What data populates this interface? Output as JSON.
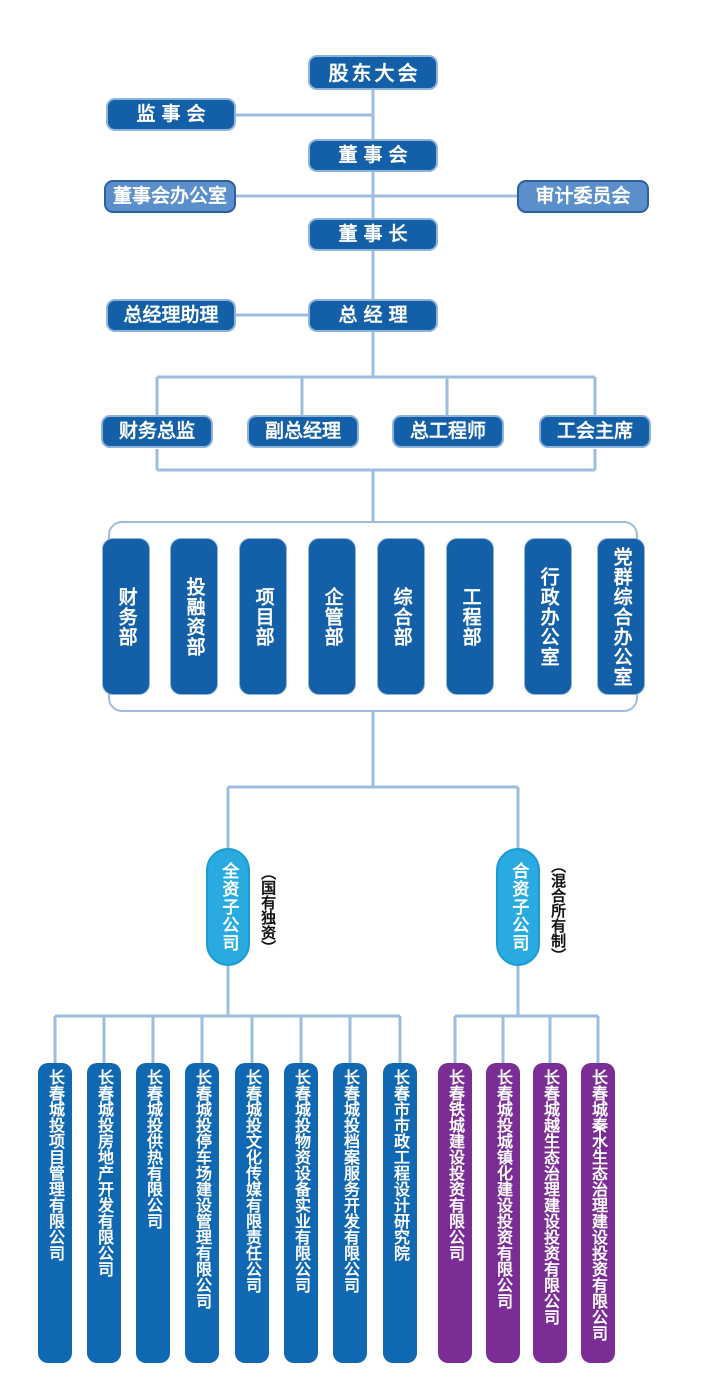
{
  "meta": {
    "title": "长春城投集团组织架构图",
    "colors": {
      "box_dark_blue": "#135FA8",
      "box_light_blue": "#5B8FCB",
      "box_border_light": "#8FB4DA",
      "connector_line": "#9DBDDE",
      "oval_cyan": "#29ABE2",
      "company_blue": "#1068B3",
      "company_purple": "#7B2D96",
      "text_white": "#FFFFFF",
      "note_black": "#101010",
      "background": "#FFFFFF"
    }
  },
  "governance": {
    "shareholders_meeting": "股东大会",
    "supervisory_board": "监事会",
    "board_of_directors": "董事会",
    "board_office": "董事会办公室",
    "audit_committee": "审计委员会",
    "chairman": "董事长",
    "general_manager": "总经理",
    "gm_assistant": "总经理助理"
  },
  "executives": [
    {
      "label": "财务总监"
    },
    {
      "label": "副总经理"
    },
    {
      "label": "总工程师"
    },
    {
      "label": "工会主席"
    }
  ],
  "departments": [
    {
      "label": "财务部"
    },
    {
      "label": "投融资部"
    },
    {
      "label": "项目部"
    },
    {
      "label": "企管部"
    },
    {
      "label": "综合部"
    },
    {
      "label": "工程部"
    },
    {
      "label": "行政办公室"
    },
    {
      "label": "党群综合办公室"
    }
  ],
  "subsidiary_groups": [
    {
      "label": "全资子公司",
      "note": "（国有独资）",
      "type": "wholly-owned",
      "companies": [
        {
          "label": "长春城投项目管理有限公司"
        },
        {
          "label": "长春城投房地产开发有限公司"
        },
        {
          "label": "长春城投供热有限公司"
        },
        {
          "label": "长春城投停车场建设管理有限公司"
        },
        {
          "label": "长春城投文化传媒有限责任公司"
        },
        {
          "label": "长春城投物资设备实业有限公司"
        },
        {
          "label": "长春城投档案服务开发有限公司"
        },
        {
          "label": "长春市市政工程设计研究院"
        }
      ]
    },
    {
      "label": "合资子公司",
      "note": "（混合所有制）",
      "type": "joint-venture",
      "companies": [
        {
          "label": "长春铁城建设投资有限公司"
        },
        {
          "label": "长春城投城镇化建设投资有限公司"
        },
        {
          "label": "长春城越生态治理建设投资有限公司"
        },
        {
          "label": "长春城秦水生态治理建设投资有限公司"
        }
      ]
    }
  ]
}
